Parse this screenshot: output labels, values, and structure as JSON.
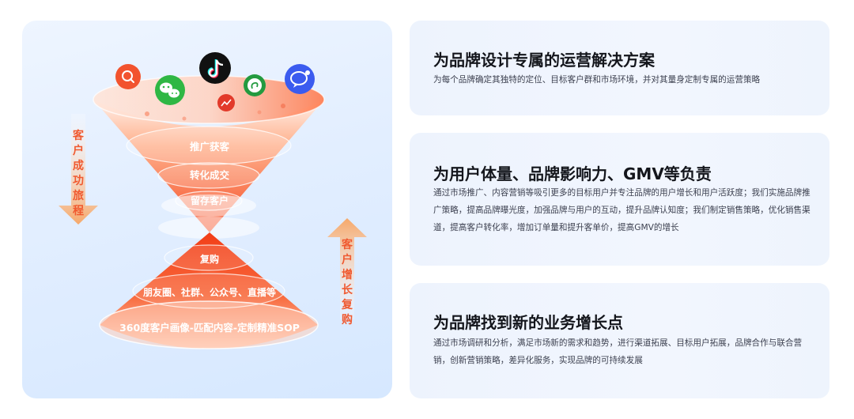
{
  "funnel": {
    "journey_label": "客户成功旅程",
    "growth_label": "客户增长复购",
    "upper_stages": [
      "推广获客",
      "转化成交",
      "留存客户"
    ],
    "lower_stages": [
      "复购",
      "朋友圈、社群、公众号、直播等",
      "360度客户画像-匹配内容-定制精准SOP"
    ]
  },
  "cards": [
    {
      "title": "为品牌设计专属的运营解决方案",
      "desc": "为每个品牌确定其独特的定位、目标客户群和市场环境，并对其量身定制专属的运营策略"
    },
    {
      "title": "为用户体量、品牌影响力、GMV等负责",
      "desc": "通过市场推广、内容营销等吸引更多的目标用户并专注品牌的用户增长和用户活跃度；我们实施品牌推广策略，提高品牌曝光度，加强品牌与用户的互动，提升品牌认知度；我们制定销售策略，优化销售渠道，提高客户转化率，增加订单量和提升客单价，提高GMV的增长"
    },
    {
      "title": "为品牌找到新的业务增长点",
      "desc": "通过市场调研和分析，满足市场新的需求和趋势，进行渠道拓展、目标用户拓展，品牌合作与联合营销，创新营销策略，差异化服务，实现品牌的可持续发展"
    }
  ],
  "colors": {
    "accent": "#f5502a",
    "accent_light": "#ff9a6a",
    "arrow": "#f7b57a",
    "card_bg": "#eef3fd"
  },
  "icons": [
    "search-icon",
    "wechat-icon",
    "tiktok-icon",
    "mini-program-icon",
    "chart-icon",
    "chat-bubble-icon"
  ]
}
